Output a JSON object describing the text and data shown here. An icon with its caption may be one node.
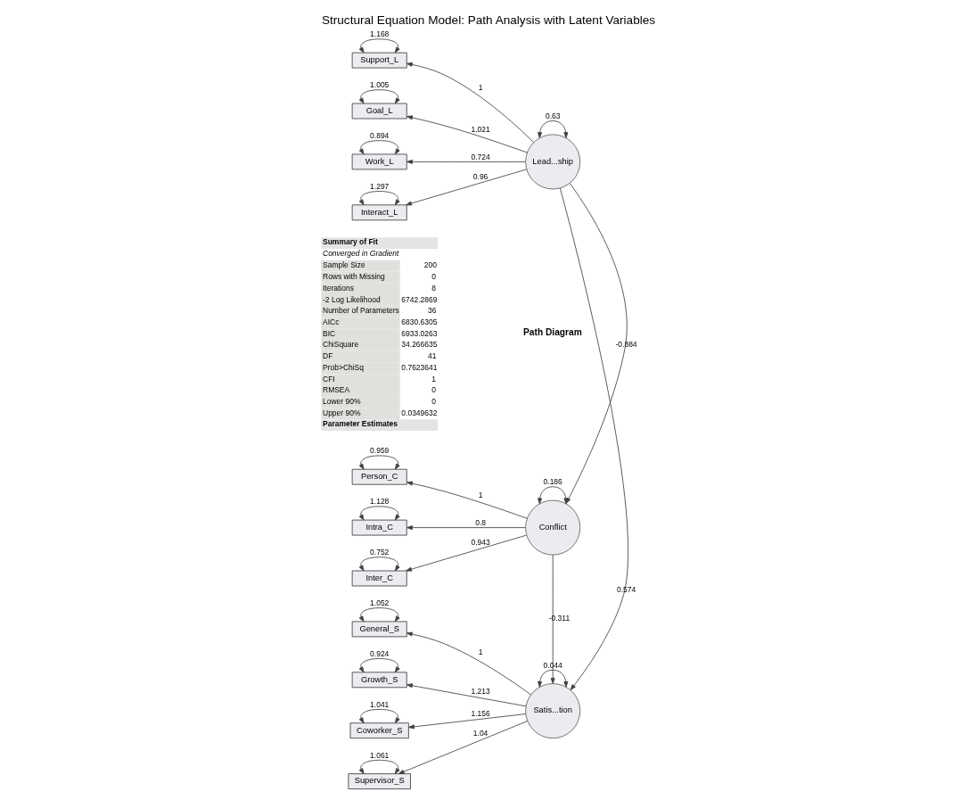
{
  "diagram": {
    "title": "Structural Equation Model: Path Analysis with Latent Variables",
    "nodes": [
      {
        "text": [
          "Support_L"
        ]
      },
      {
        "text": [
          "Goal_L"
        ]
      },
      {
        "text": [
          "Work_L"
        ]
      },
      {
        "text": [
          "Interact_L"
        ]
      },
      {
        "text": [
          "Lead...ship"
        ]
      },
      {
        "text": [
          "Person_C"
        ]
      },
      {
        "text": [
          "Intra_C"
        ]
      },
      {
        "text": [
          "Inter_C"
        ]
      },
      {
        "text": [
          "Conflict"
        ]
      },
      {
        "text": [
          "General_S"
        ]
      },
      {
        "text": [
          "Growth_S"
        ]
      },
      {
        "text": [
          "Coworker_S"
        ]
      },
      {
        "text": [
          "Supervisor_S"
        ]
      },
      {
        "text": [
          "Satis...tion"
        ]
      }
    ],
    "edges": [
      {
        "from": 0,
        "to": 0,
        "arrow": "both",
        "label": "1.168"
      },
      {
        "from": 1,
        "to": 1,
        "arrow": "both",
        "label": "1.005"
      },
      {
        "from": 2,
        "to": 2,
        "arrow": "both",
        "label": "0.894"
      },
      {
        "from": 3,
        "to": 3,
        "arrow": "both",
        "label": "1.297"
      },
      {
        "from": 4,
        "to": 0,
        "arrow": "to",
        "label": "1"
      },
      {
        "from": 4,
        "to": 1,
        "arrow": "to",
        "label": "1.021"
      },
      {
        "from": 4,
        "to": 2,
        "arrow": "to",
        "label": "0.724"
      },
      {
        "from": 4,
        "to": 3,
        "arrow": "to",
        "label": "0.96"
      },
      {
        "from": 4,
        "to": 4,
        "arrow": "both",
        "label": "0.63"
      },
      {
        "from": 4,
        "to": 8,
        "arrow": "to",
        "label": "-0.884"
      },
      {
        "from": 4,
        "to": 13,
        "arrow": "to",
        "label": "0.574"
      },
      {
        "from": 5,
        "to": 5,
        "arrow": "both",
        "label": "0.959"
      },
      {
        "from": 6,
        "to": 6,
        "arrow": "both",
        "label": "1.128"
      },
      {
        "from": 7,
        "to": 7,
        "arrow": "both",
        "label": "0.752"
      },
      {
        "from": 8,
        "to": 5,
        "arrow": "to",
        "label": "1"
      },
      {
        "from": 8,
        "to": 6,
        "arrow": "to",
        "label": "0.8"
      },
      {
        "from": 8,
        "to": 7,
        "arrow": "to",
        "label": "0.943"
      },
      {
        "from": 8,
        "to": 8,
        "arrow": "both",
        "label": "0.186"
      },
      {
        "from": 8,
        "to": 13,
        "arrow": "to",
        "label": "-0.311"
      },
      {
        "from": 9,
        "to": 9,
        "arrow": "both",
        "label": "1.052"
      },
      {
        "from": 10,
        "to": 10,
        "arrow": "both",
        "label": "0.924"
      },
      {
        "from": 11,
        "to": 11,
        "arrow": "both",
        "label": "1.041"
      },
      {
        "from": 12,
        "to": 12,
        "arrow": "both",
        "label": "1.061"
      },
      {
        "from": 13,
        "to": 9,
        "arrow": "to",
        "label": "1"
      },
      {
        "from": 13,
        "to": 10,
        "arrow": "to",
        "label": "1.213"
      },
      {
        "from": 13,
        "to": 11,
        "arrow": "to",
        "label": "1.156"
      },
      {
        "from": 13,
        "to": 12,
        "arrow": "to",
        "label": "1.04"
      },
      {
        "from": 13,
        "to": 13,
        "arrow": "both",
        "label": "0.044"
      }
    ],
    "labels": [
      "Summary of Fit",
      "Converged in Gradient",
      "Sample Size",
      "200",
      "Rows with Missing",
      "0",
      "Iterations",
      "8",
      "-2 Log Likelihood",
      "6742.2869",
      "Number of Parameters",
      "36",
      "AICc",
      "6830.6305",
      "BIC",
      "6933.0263",
      "ChiSquare",
      "34.266635",
      "DF",
      "41",
      "Prob>ChiSq",
      "0.7623641",
      "CFI",
      "1",
      "RMSEA",
      "0",
      "Lower 90%",
      "0",
      "Upper 90%",
      "0.0349632",
      "Parameter Estimates",
      "Path Diagram"
    ]
  }
}
